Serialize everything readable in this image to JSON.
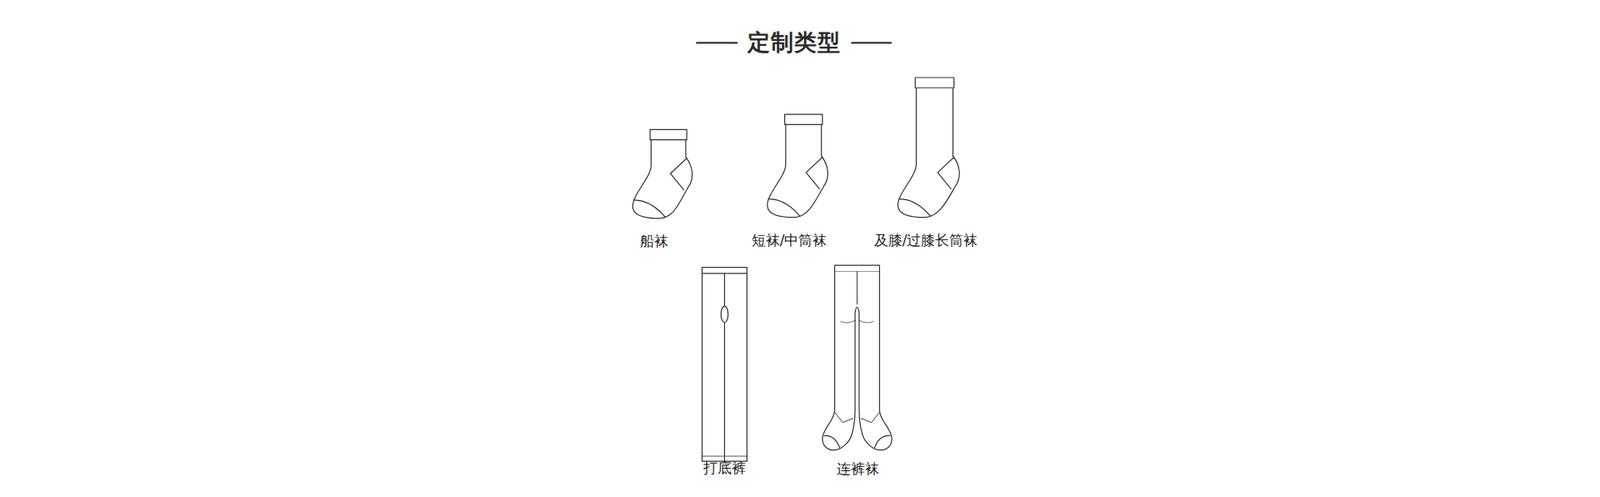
{
  "diagram": {
    "title": "定制类型",
    "labels": [
      "船袜",
      "短袜/中筒袜",
      "及膝/过膝长筒袜",
      "打底裤",
      "连裤袜"
    ]
  }
}
